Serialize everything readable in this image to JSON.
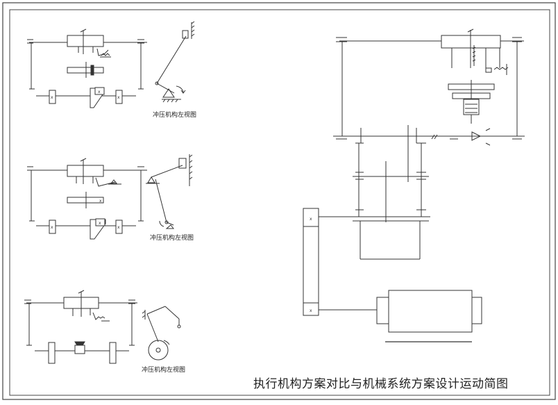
{
  "labels": {
    "scheme1_caption": "冲压机构左视图",
    "scheme2_caption": "冲压机构左视图",
    "scheme3_caption": "冲压机构左视图",
    "drawing_title": "执行机构方案对比与机械系统方案设计运动简图"
  },
  "colors": {
    "line": "#333333",
    "frame": "#444444",
    "background": "#ffffff"
  }
}
